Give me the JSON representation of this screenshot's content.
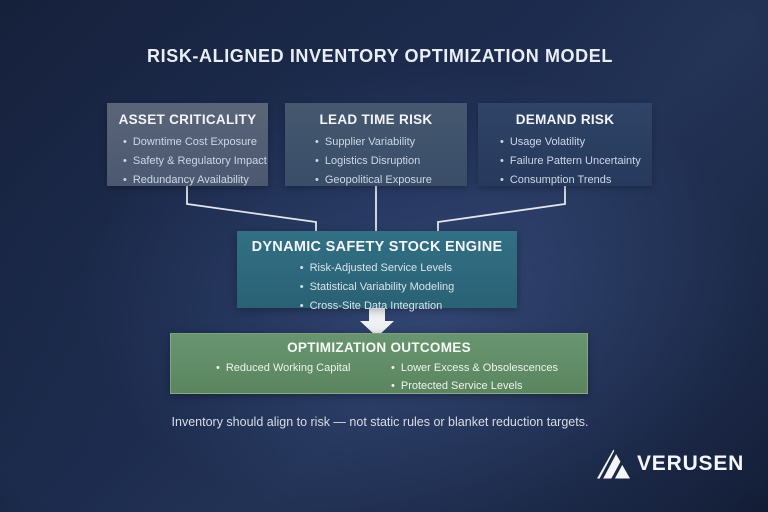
{
  "title": "RISK-ALIGNED INVENTORY OPTIMIZATION MODEL",
  "risk_boxes": [
    {
      "title": "ASSET CRITICALITY",
      "items": [
        "Downtime Cost Exposure",
        "Safety & Regulatory Impact",
        "Redundancy Availability"
      ]
    },
    {
      "title": "LEAD TIME RISK",
      "items": [
        "Supplier Variability",
        "Logistics Disruption",
        "Geopolitical Exposure"
      ]
    },
    {
      "title": "DEMAND RISK",
      "items": [
        "Usage Volatility",
        "Failure Pattern Uncertainty",
        "Consumption Trends"
      ]
    }
  ],
  "engine": {
    "title": "DYNAMIC SAFETY STOCK ENGINE",
    "items": [
      "Risk-Adjusted Service Levels",
      "Statistical Variability Modeling",
      "Cross-Site Data Integration"
    ]
  },
  "outcomes": {
    "title": "OPTIMIZATION OUTCOMES",
    "left_items": [
      "Reduced Working Capital"
    ],
    "right_items": [
      "Lower Excess & Obsolescences",
      "Protected Service Levels"
    ]
  },
  "footer_note": "Inventory should align to risk — not static rules or blanket reduction targets.",
  "logo": {
    "text": "VERUSEN"
  },
  "colors": {
    "background_center": "#2b3d63",
    "background_edge": "#0f1830",
    "asset_box": "#535f74",
    "lead_time_box": "#3f5270",
    "demand_box": "#2c4166",
    "engine_box": "#2f6b7e",
    "outcomes_box": "#618c66",
    "connector": "#e3e7ec",
    "text_primary": "#f2f5f8",
    "text_secondary": "#ccd8e6"
  }
}
